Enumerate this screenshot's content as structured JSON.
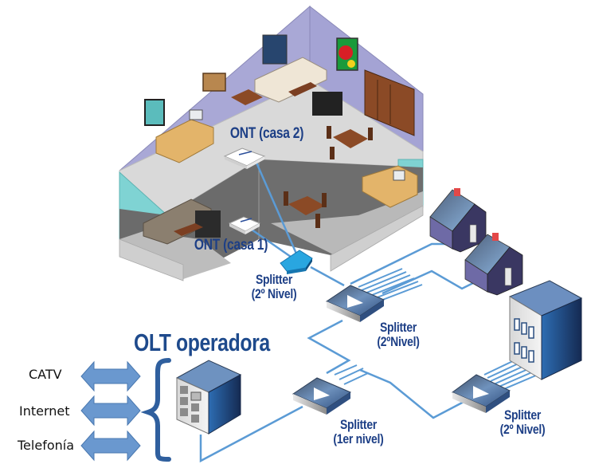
{
  "title": "OLT operadora",
  "services": [
    {
      "label": "CATV"
    },
    {
      "label": "Internet"
    },
    {
      "label": "Telefonía"
    }
  ],
  "devices": {
    "ont_casa2": {
      "line1": "ONT (casa 2)"
    },
    "ont_casa1": {
      "line1": "ONT (casa 1)"
    },
    "splitter_house": {
      "line1": "Splitter",
      "line2": "(2º Nivel)"
    },
    "splitter_mid": {
      "line1": "Splitter",
      "line2": "(2ºNivel)"
    },
    "splitter_first": {
      "line1": "Splitter",
      "line2": "(1er nivel)"
    },
    "splitter_building": {
      "line1": "Splitter",
      "line2": "(2º Nivel)"
    }
  },
  "colors": {
    "fiber": "#5b9bd5",
    "label": "#1d3f86",
    "wall_upper": "#a9a8d6",
    "wall_lower": "#7fd3d3",
    "floor": "#d8d8d8",
    "arrow": "#6a98cf",
    "brace": "#2f5f9e"
  }
}
